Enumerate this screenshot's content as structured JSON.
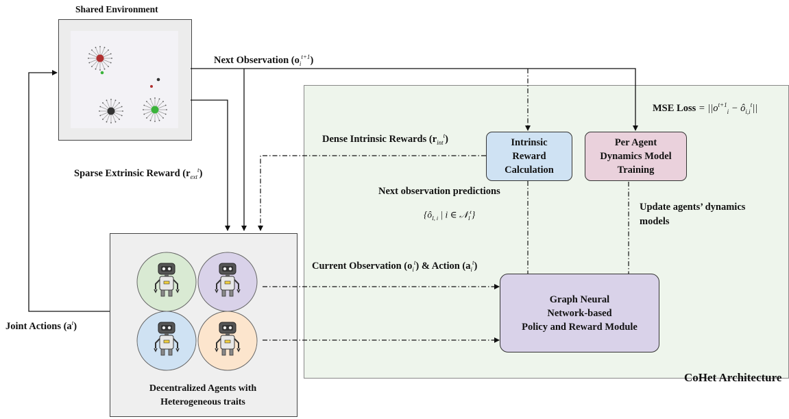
{
  "labels": {
    "shared_environment": "Shared Environment",
    "next_observation": "Next Observation (o",
    "next_observation_sub": "i",
    "next_observation_sup": "t+1",
    "mse_loss": "MSE Loss",
    "mse_formula": "= ||o",
    "mse_formula_sup": "t+1",
    "mse_formula_sub": "i",
    "mse_formula_tail": "− ô",
    "mse_formula_tail_sub": "i,i",
    "mse_formula_tail_sup": "t",
    "mse_formula_end": "||",
    "dense_intrinsic": "Dense Intrinsic Rewards (r",
    "dense_intrinsic_sub": "int",
    "dense_intrinsic_sup": "t",
    "sparse_extrinsic": "Sparse Extrinsic Reward (r",
    "sparse_extrinsic_sub": "ext",
    "sparse_extrinsic_sup": "t",
    "next_obs_predictions": "Next observation predictions",
    "prediction_set": "{ô",
    "prediction_set_sub": "I, i",
    "prediction_set_mid": " | i ∈ 𝒩",
    "prediction_set_mid_sub": "I",
    "prediction_set_mid_sup": "t",
    "prediction_set_end": "}",
    "update_models_line1": "Update agents’ dynamics",
    "update_models_line2": "models",
    "current_obs": "Current Observation (o",
    "current_obs_sub": "i",
    "current_obs_sup": "t",
    "current_obs_mid": ") & Action (a",
    "current_obs_mid_sub": "i",
    "current_obs_mid_sup": "t",
    "joint_actions": "Joint Actions (a",
    "joint_actions_sup": "t",
    "close_paren": ")",
    "cohet": "CoHet Architecture",
    "agents_line1": "Decentralized Agents with",
    "agents_line2": "Heterogeneous traits"
  },
  "boxes": {
    "intrinsic": [
      "Intrinsic",
      "Reward",
      "Calculation"
    ],
    "dynamics": [
      "Per Agent",
      "Dynamics Model",
      "Training"
    ],
    "gnn": [
      "Graph Neural",
      "Network-based",
      "Policy and Reward Module"
    ]
  },
  "colors": {
    "architecture_bg": "#eef5ec",
    "agents_bg": "#efefef",
    "env_bg": "#f3f2f6",
    "intrinsic_bg": "#cfe2f3",
    "dynamics_bg": "#ead1dc",
    "gnn_bg": "#d9d2e9",
    "agent_green": "#d9ead3",
    "agent_purple": "#d9d2e9",
    "agent_blue": "#cfe2f3",
    "agent_orange": "#fce5cd",
    "env_red": "#b03030",
    "env_green": "#3bb33b",
    "env_dark": "#333333"
  },
  "icons": [
    "robot-icon",
    "robot-icon",
    "robot-icon",
    "robot-icon"
  ]
}
